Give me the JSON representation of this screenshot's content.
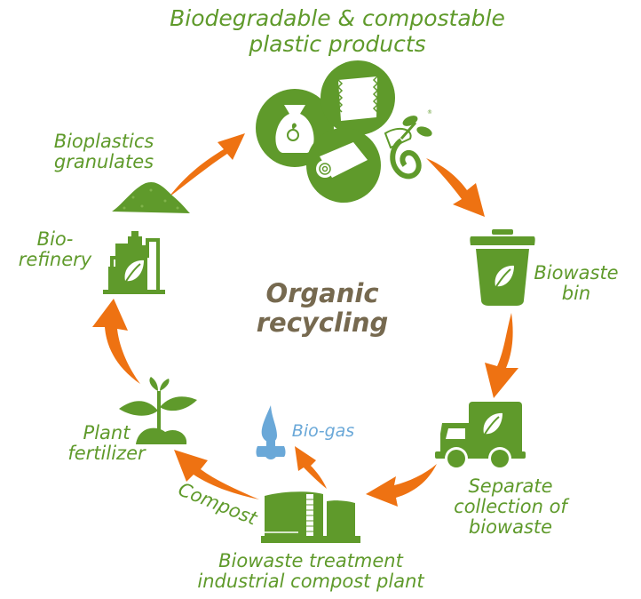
{
  "diagram": {
    "title": "Organic recycling cycle",
    "center_label": {
      "line1": "Organic",
      "line2": "recycling"
    },
    "header": {
      "line1": "Biodegradable & compostable",
      "line2": "plastic products"
    },
    "stages": [
      {
        "id": "products",
        "icon": "bioplastic-products-icon"
      },
      {
        "id": "bin",
        "label_line1": "Biowaste",
        "label_line2": "bin",
        "icon": "trash-bin-leaf-icon"
      },
      {
        "id": "collection",
        "label_line1": "Separate",
        "label_line2": "collection of",
        "label_line3": "biowaste",
        "icon": "truck-leaf-icon"
      },
      {
        "id": "treatment",
        "label_line1": "Biowaste treatment",
        "label_line2": "industrial compost plant",
        "icon": "compost-plant-tanks-icon"
      },
      {
        "id": "biogas",
        "label": "Bio-gas",
        "icon": "gas-flame-icon"
      },
      {
        "id": "compost",
        "label": "Compost"
      },
      {
        "id": "fertilizer",
        "label_line1": "Plant",
        "label_line2": "fertilizer",
        "icon": "seedling-icon"
      },
      {
        "id": "biorefinery",
        "label_line1": "Bio-",
        "label_line2": "refinery",
        "icon": "factory-leaf-icon"
      },
      {
        "id": "granulates",
        "label_line1": "Bioplastics",
        "label_line2": "granulates",
        "icon": "granulate-pile-icon"
      }
    ],
    "colors": {
      "green": "#5f9a2b",
      "orange": "#ee7212",
      "blue": "#6aa8d8",
      "center_text": "#76694f"
    }
  }
}
